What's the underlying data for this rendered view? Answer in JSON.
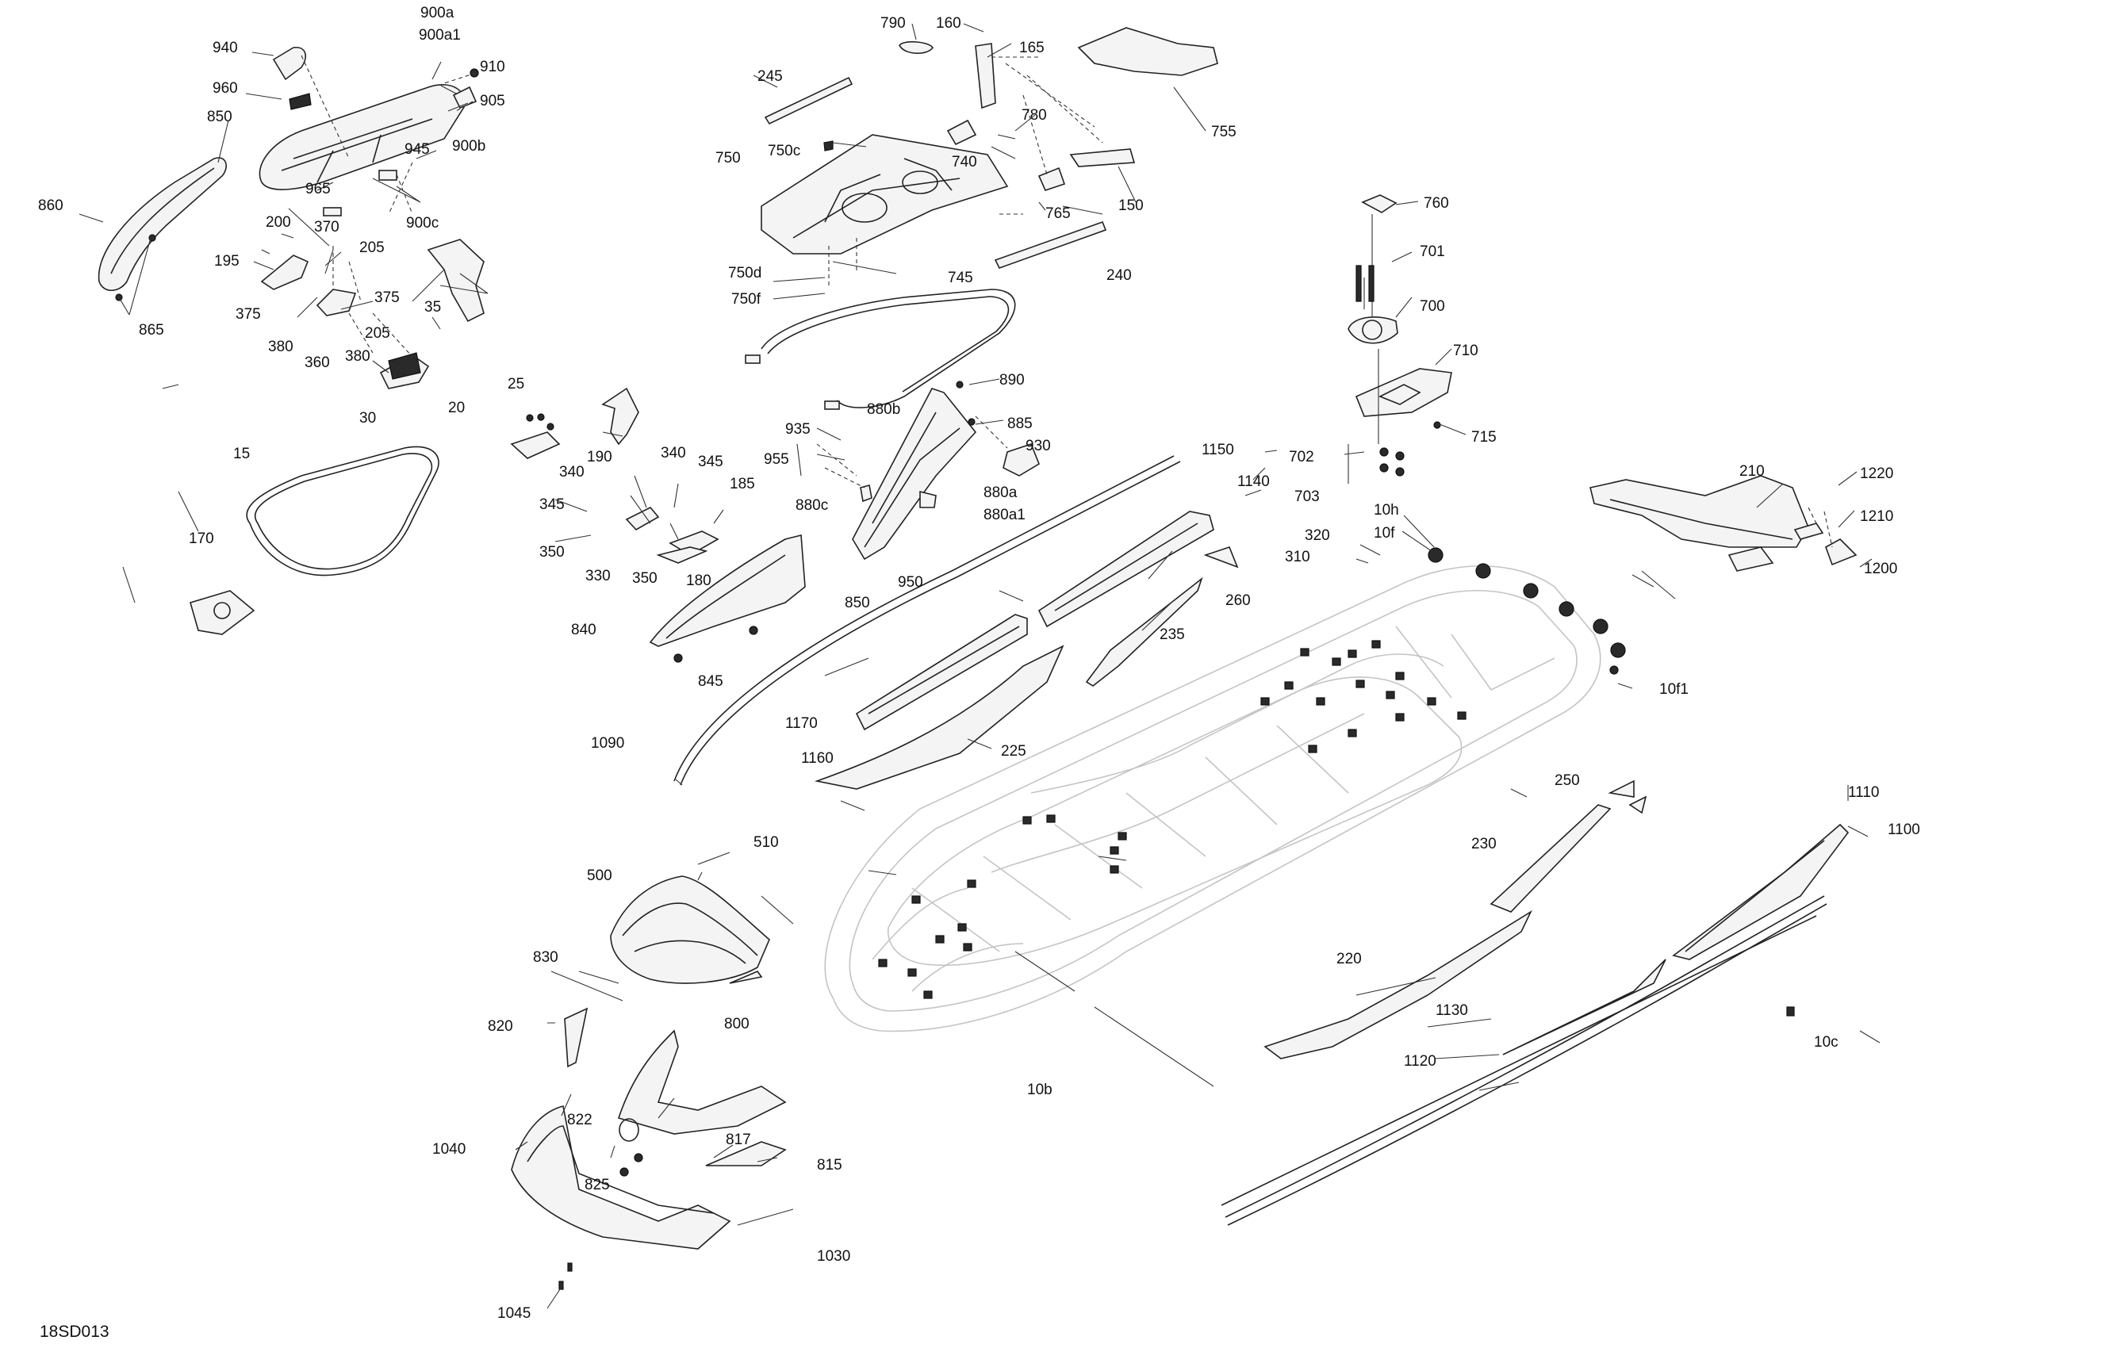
{
  "diagram": {
    "code": "18SD013",
    "labels": [
      "900a",
      "900a1",
      "940",
      "910",
      "960",
      "905",
      "850",
      "945",
      "900b",
      "965",
      "860",
      "900c",
      "200",
      "370",
      "205",
      "195",
      "375",
      "375",
      "35",
      "380",
      "205",
      "360",
      "380",
      "865",
      "30",
      "790",
      "160",
      "165",
      "245",
      "780",
      "755",
      "750c",
      "740",
      "750",
      "150",
      "765",
      "240",
      "745",
      "750d",
      "750f",
      "760",
      "701",
      "700",
      "710",
      "702",
      "715",
      "703",
      "10h",
      "10f",
      "320",
      "310",
      "890",
      "25",
      "20",
      "935",
      "880b",
      "885",
      "955",
      "340",
      "190",
      "345",
      "930",
      "880a",
      "880a1",
      "880c",
      "345",
      "185",
      "340",
      "350",
      "330",
      "350",
      "180",
      "950",
      "15",
      "170",
      "1150",
      "1140",
      "850",
      "260",
      "840",
      "845",
      "235",
      "210",
      "1220",
      "1210",
      "1200",
      "10f1",
      "1170",
      "1160",
      "225",
      "1090",
      "250",
      "1110",
      "1100",
      "230",
      "510",
      "500",
      "220",
      "830",
      "800",
      "820",
      "822",
      "1040",
      "817",
      "815",
      "825",
      "1030",
      "1045",
      "10b",
      "1130",
      "1120",
      "10c"
    ]
  }
}
